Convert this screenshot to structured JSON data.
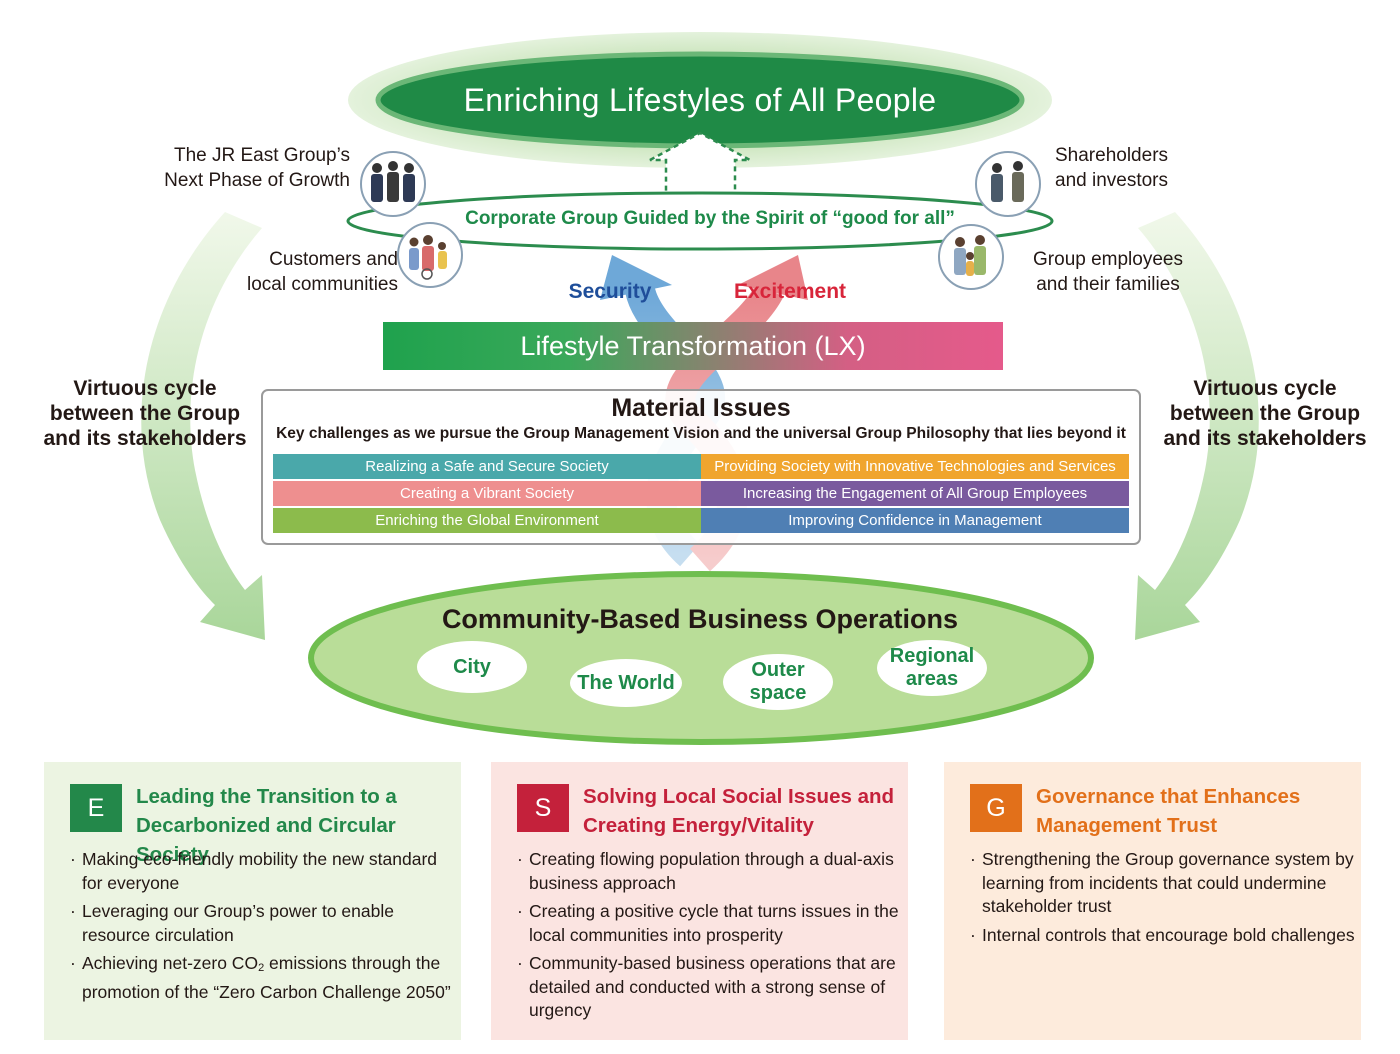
{
  "goal": {
    "title": "Enriching Lifestyles of All People"
  },
  "stakeholders": {
    "top_left": [
      "The JR East Group’s",
      "Next Phase of Growth"
    ],
    "top_right": [
      "Shareholders",
      "and investors"
    ],
    "bottom_left": [
      "Customers and",
      "local communities"
    ],
    "bottom_right": [
      "Group employees",
      "and their families"
    ]
  },
  "corporate_group": "Corporate Group Guided by the Spirit of “good for all”",
  "values": {
    "security": "Security",
    "excitement": "Excitement"
  },
  "virtuous_cycle": [
    "Virtuous cycle",
    "between the Group",
    "and its stakeholders"
  ],
  "lx": {
    "title": "Lifestyle Transformation (LX)"
  },
  "material_issues": {
    "title": "Material Issues",
    "subtitle": "Key challenges as we pursue the Group Management Vision and the universal Group Philosophy that lies beyond it",
    "left": [
      {
        "label": "Realizing a Safe and Secure Society",
        "color": "#4aa8aa"
      },
      {
        "label": "Creating a Vibrant Society",
        "color": "#ee8f8f"
      },
      {
        "label": "Enriching the Global Environment",
        "color": "#8cbb4c"
      }
    ],
    "right": [
      {
        "label": "Providing Society with Innovative Technologies and Services",
        "color": "#f0a52e"
      },
      {
        "label": "Increasing the Engagement of All Group Employees",
        "color": "#7a5a9e"
      },
      {
        "label": "Improving Confidence in Management",
        "color": "#4f7fb4"
      }
    ]
  },
  "community": {
    "title": "Community-Based Business Operations",
    "areas": [
      {
        "lines": [
          "City"
        ]
      },
      {
        "lines": [
          "The World"
        ]
      },
      {
        "lines": [
          "Outer",
          "space"
        ]
      },
      {
        "lines": [
          "Regional",
          "areas"
        ]
      }
    ]
  },
  "panels": [
    {
      "badge": "E",
      "accent": "#23884a",
      "background": "#ecf4e2",
      "title_lines": [
        "Leading the Transition to a",
        "Decarbonized and Circular Society"
      ],
      "items": [
        "Making eco-friendly mobility the new standard for everyone",
        "Leveraging our Group’s power to enable resource circulation",
        "Achieving net-zero CO2 emissions through the promotion of the “Zero Carbon Challenge 2050”"
      ]
    },
    {
      "badge": "S",
      "accent": "#c4213b",
      "background": "#fbe4e1",
      "title_lines": [
        "Solving Local Social Issues and",
        "Creating Energy/Vitality"
      ],
      "items": [
        "Creating flowing population through a dual-axis business approach",
        "Creating a positive cycle that turns issues in the local communities into prosperity",
        "Community-based business operations that are detailed and conducted with a strong sense of urgency"
      ]
    },
    {
      "badge": "G",
      "accent": "#e2701a",
      "background": "#fdebdc",
      "title_lines": [
        "Governance that Enhances",
        "Management Trust"
      ],
      "items": [
        "Strengthening the Group governance system by learning from incidents that could undermine stakeholder trust",
        "Internal controls that encourage bold challenges"
      ]
    }
  ]
}
